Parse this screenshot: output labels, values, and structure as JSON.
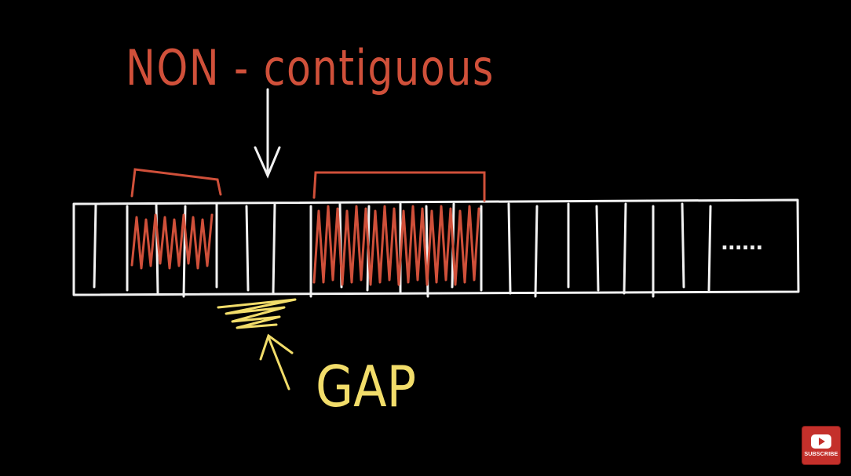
{
  "labels": {
    "non_contiguous": "NON - contiguous",
    "gap": "GAP",
    "ellipsis": "......"
  },
  "badge": {
    "subscribe_label": "SUBSCRIBE",
    "icon": "youtube-play-icon"
  },
  "colors": {
    "background": "#000000",
    "chalk_white": "#f2f2f2",
    "chalk_red": "#d0503a",
    "chalk_yellow": "#f2dd6a",
    "badge_red": "#c4302b"
  }
}
